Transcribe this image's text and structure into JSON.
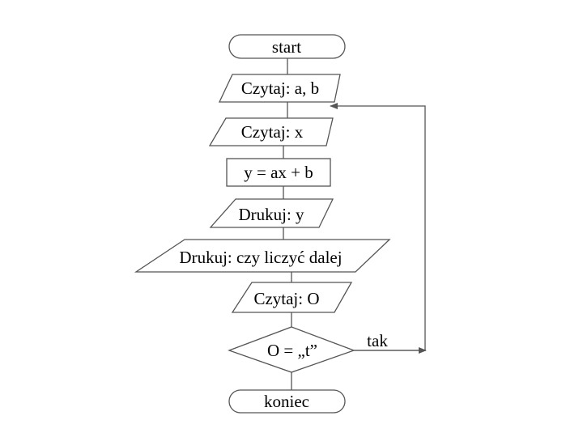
{
  "flowchart": {
    "start": "start",
    "read_ab": "Czytaj: a, b",
    "read_x": "Czytaj: x",
    "compute": "y = ax + b",
    "print_y": "Drukuj: y",
    "print_ask": "Drukuj: czy liczyć dalej",
    "read_o": "Czytaj: O",
    "decision": "O = „t”",
    "yes_label": "tak",
    "end": "koniec"
  }
}
